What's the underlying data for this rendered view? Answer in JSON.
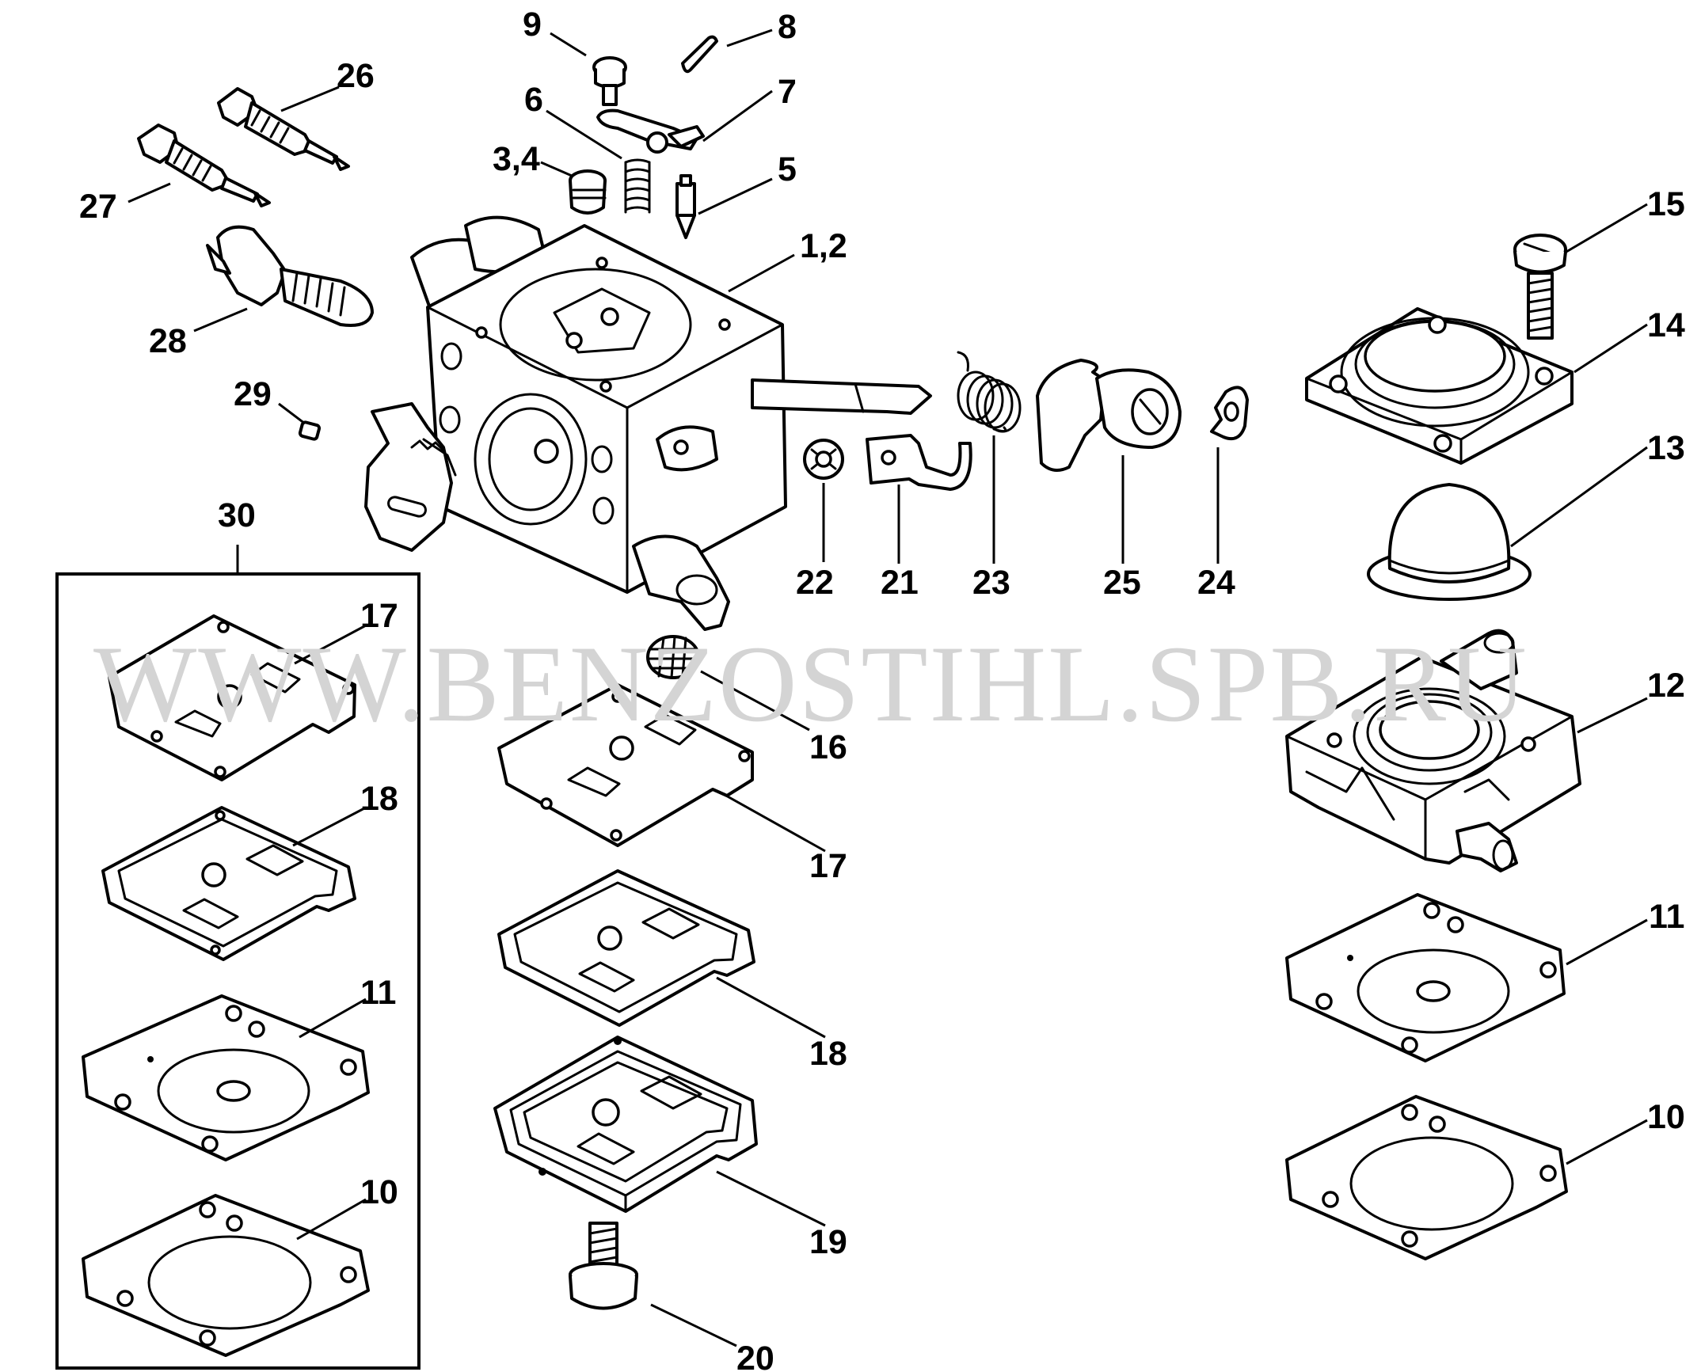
{
  "watermark": "WWW.BENZOSTIHL.SPB.RU",
  "labels": {
    "p1_2": "1,2",
    "p3_4": "3,4",
    "p5": "5",
    "p6": "6",
    "p7": "7",
    "p8": "8",
    "p9": "9",
    "p10_kit": "10",
    "p10_right": "10",
    "p11_kit": "11",
    "p11_right": "11",
    "p12": "12",
    "p13": "13",
    "p14": "14",
    "p15": "15",
    "p16": "16",
    "p17_kit": "17",
    "p17_center": "17",
    "p18_kit": "18",
    "p18_center": "18",
    "p19": "19",
    "p20": "20",
    "p21": "21",
    "p22": "22",
    "p23": "23",
    "p24": "24",
    "p25": "25",
    "p26": "26",
    "p27": "27",
    "p28": "28",
    "p29": "29",
    "p30": "30"
  }
}
